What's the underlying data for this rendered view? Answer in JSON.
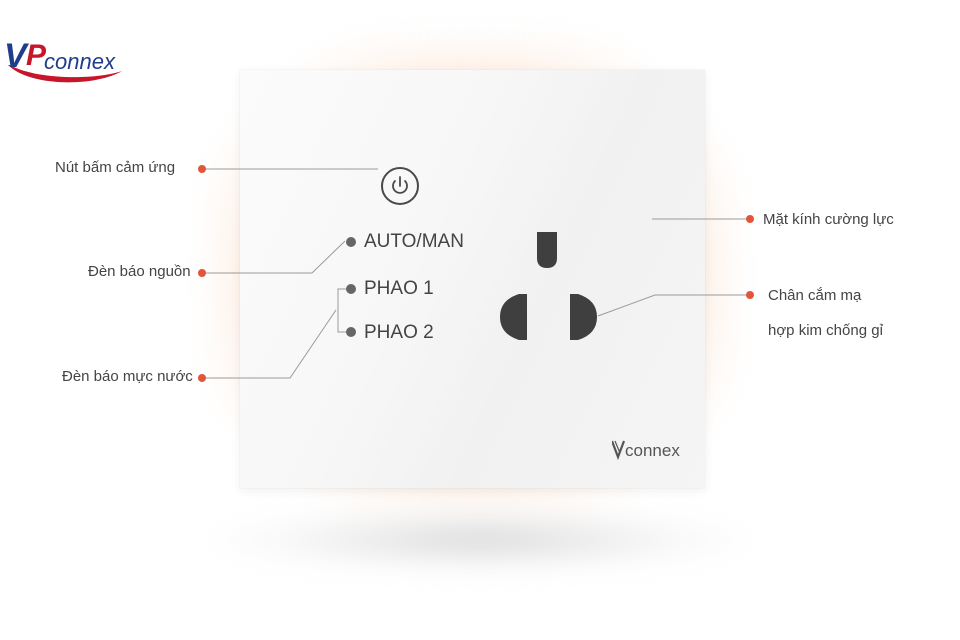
{
  "logo": {
    "text": "connex",
    "monogram": "VP",
    "color_main": "#1f3d8a",
    "color_accent": "#c7162b"
  },
  "callouts": {
    "touch_button": "Nút bấm cảm ứng",
    "power_indicator": "Đèn báo nguồn",
    "water_indicator": "Đèn báo mực nước",
    "tempered_glass": "Mặt kính cường lực",
    "pins_line1": "Chân cắm mạ",
    "pins_line2": "hợp kim chống gỉ"
  },
  "panel": {
    "auto_man": "AUTO/MAN",
    "phao1": "PHAO 1",
    "phao2": "PHAO 2",
    "brand": "connex"
  },
  "colors": {
    "dot": "#e2553a",
    "line": "#9a9a9a",
    "pin": "#3f3f3f"
  }
}
